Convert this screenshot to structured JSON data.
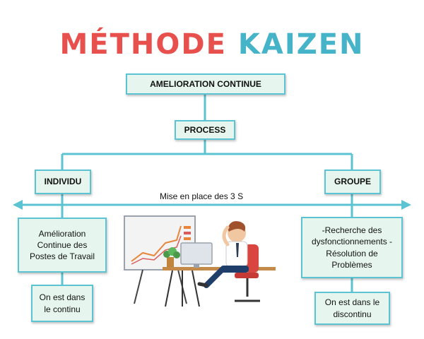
{
  "title": {
    "part1": "MÉTHODE",
    "part2": "KAIZEN"
  },
  "colors": {
    "title_part1": "#e8504d",
    "title_part2": "#45b3c8",
    "connector": "#5cc3d2",
    "box_fill": "#e6f6ef"
  },
  "nodes": {
    "root": "AMELIORATION CONTINUE",
    "process": "PROCESS",
    "individu": "INDIVIDU",
    "groupe": "GROUPE",
    "individu_detail": "Amélioration Continue des Postes de Travail",
    "individu_mode": "On est dans le continu",
    "groupe_detail": "-Recherche des dysfonctionnements - Résolution de Problèmes",
    "groupe_mode": "On est dans le discontinu"
  },
  "axis_label": "Mise en place des 3 S",
  "illustration": "person-relaxing-at-desk-with-chart-board"
}
